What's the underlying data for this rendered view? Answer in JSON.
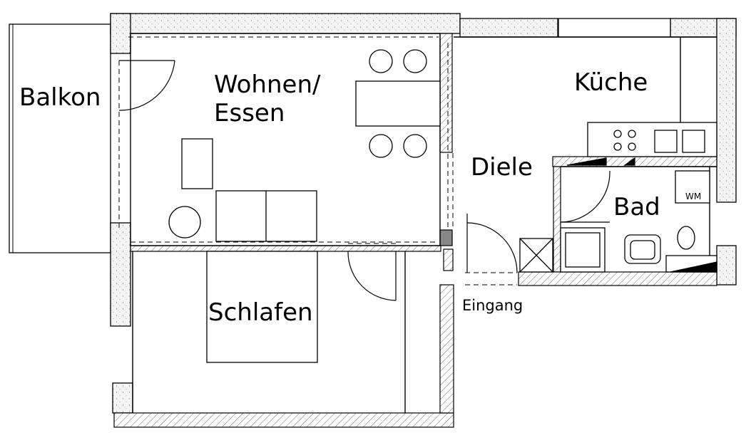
{
  "plan": {
    "rooms": {
      "balkon": "Balkon",
      "wohnen_line1": "Wohnen/",
      "wohnen_line2": "Essen",
      "kueche": "Küche",
      "diele": "Diele",
      "bad": "Bad",
      "schlafen": "Schlafen"
    },
    "entrance": "Eingang",
    "appliance": "WM"
  },
  "colors": {
    "line": "#000000",
    "wall_fill": "#f2f2f2",
    "background": "#ffffff"
  }
}
